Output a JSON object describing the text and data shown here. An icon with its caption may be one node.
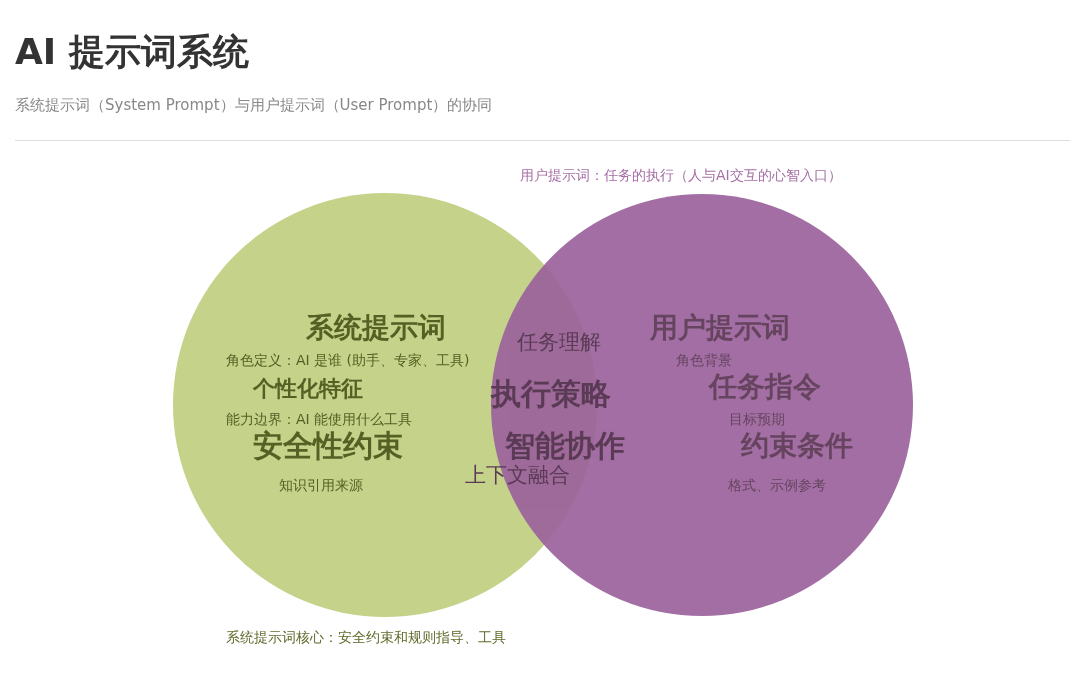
{
  "diagram": {
    "title": "AI 提示词系统",
    "caption": "系统提示词（System Prompt）与用户提示词（User Prompt）的协同",
    "nodes": [
      {
        "text": [
          "系统提示词",
          "角色定义：AI 是谁 (助手、专家、工具)",
          "个性化特征",
          "能力边界：AI 能使用什么工具",
          "安全性约束",
          "知识引用来源"
        ],
        "beside": [
          "系统提示词核心：安全约束和规则指导、工具"
        ]
      },
      {
        "text": [
          "用户提示词",
          "角色背景",
          "任务指令",
          "目标预期",
          "约束条件",
          "格式、示例参考"
        ],
        "beside": [
          "用户提示词：任务的执行（人与AI交互的心智入口）"
        ]
      }
    ],
    "labels": [
      "任务理解",
      "执行策略",
      "智能协作",
      "上下文融合"
    ]
  }
}
